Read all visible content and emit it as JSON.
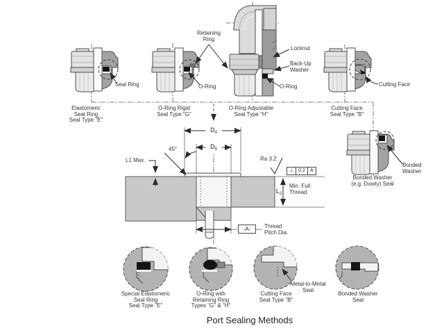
{
  "title": "Port Sealing Methods",
  "colors": {
    "fitting_light": "#e3e3e3",
    "fitting_section_dark": "#a3a3a3",
    "port_block_gray": "#c9c9c9",
    "detail_circle_gray": "#b3b3b3",
    "seal_black": "#141414",
    "line": "#4d4d4d"
  },
  "top_row": {
    "retaining_ring_callout": {
      "line1": "Retaining",
      "line2": "Ring"
    },
    "fittings": [
      {
        "caption": [
          "Elastomeric",
          "Seal Ring",
          "Seal Type \"E\""
        ],
        "callout": "Seal Ring"
      },
      {
        "caption": [
          "O-Ring Rigid",
          "Seal Type \"G\""
        ],
        "callout": "O-Ring"
      },
      {
        "caption": [
          "O-Ring Adjustable",
          "Seal Type \"H\""
        ],
        "callouts": {
          "locknut": "Locknut",
          "backup1": "Back-Up",
          "backup2": "Washer",
          "oring": "O-Ring"
        }
      },
      {
        "caption": [
          "Cutting Face",
          "Seal Type \"B\""
        ],
        "callout": "Cutting Face"
      }
    ]
  },
  "port_drawing": {
    "dims": {
      "d4": {
        "base": "D",
        "sub": "4"
      },
      "d5": {
        "base": "D",
        "sub": "5"
      },
      "angle": "45°",
      "l1": "L1 Max.",
      "ra": "Ra 3.2",
      "tolerance": {
        "symbol": "⊥",
        "value": "0.2",
        "datum": "A"
      },
      "l2": {
        "base": "L",
        "sub": "2"
      },
      "l2_note": [
        "Min. Full",
        "Thread"
      ],
      "datum_flag": "-A-",
      "thread_note": [
        "Thread",
        "Pitch Dia."
      ]
    }
  },
  "bonded_washer": {
    "caption": [
      "Bonded Washer",
      "(e.g. Dowty) Seal"
    ],
    "callout": [
      "Bonded",
      "Washer"
    ]
  },
  "bottom_row": {
    "details": [
      {
        "caption": [
          "Special Elastomeric",
          "Seal Ring",
          "Seal Type \"E\""
        ]
      },
      {
        "caption": [
          "O-Ring with",
          "Retaining Ring",
          "Types \"G\" & \"H\""
        ]
      },
      {
        "caption": [
          "Cutting Face",
          "Seal Type \"B\""
        ],
        "callout": [
          "Metal-to-Metal",
          "Seal"
        ]
      },
      {
        "caption": [
          "Bonded Washer",
          "Seal"
        ]
      }
    ]
  }
}
